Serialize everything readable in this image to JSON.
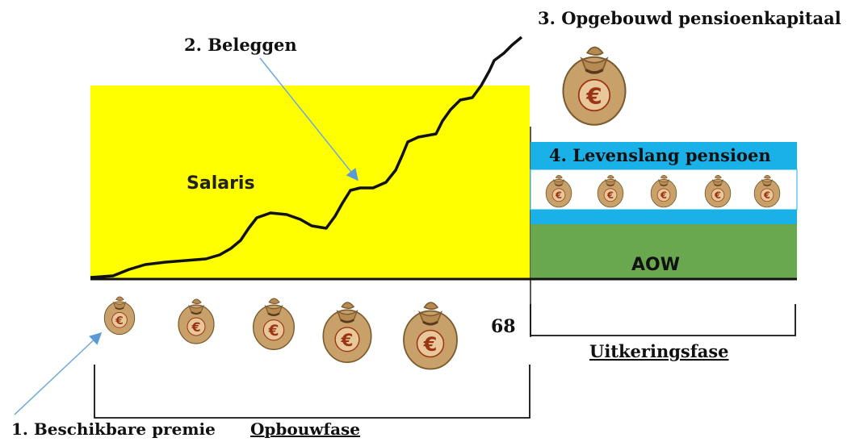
{
  "labels": {
    "premie": "1. Beschikbare premie",
    "beleggen": "2. Beleggen",
    "kapitaal": "3. Opgebouwd pensioenkapitaal",
    "levenslang": "4. Levenslang pensioen",
    "salaris": "Salaris",
    "aow": "AOW",
    "age": "68",
    "opbouwfase": "Opbouwfase",
    "uitkeringsfase": "Uitkeringsfase"
  },
  "icons": {
    "money_bag": "money-bag-euro-icon",
    "arrow": "arrow-icon"
  },
  "colors": {
    "salary_area": "#ffff00",
    "pension_band": "#1ab0e8",
    "aow_area": "#6aa84f",
    "growth_line": "#111111",
    "arrow": "#6fa8dc"
  }
}
